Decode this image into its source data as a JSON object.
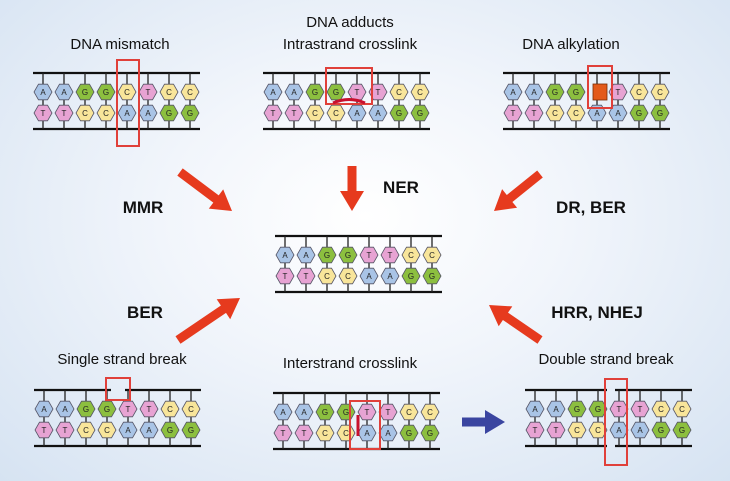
{
  "labels": {
    "dna_mismatch": "DNA mismatch",
    "dna_adducts": "DNA adducts",
    "intrastrand_crosslink": "Intrastrand crosslink",
    "dna_alkylation": "DNA alkylation",
    "single_strand_break": "Single strand break",
    "interstrand_crosslink": "Interstrand crosslink",
    "double_strand_break": "Double strand break"
  },
  "pathways": {
    "mmr": "MMR",
    "ner": "NER",
    "dr_ber": "DR, BER",
    "ber": "BER",
    "hrr_nhej": "HRR, NHEJ"
  },
  "colors": {
    "A": "#a9c4e6",
    "G": "#8cbf3f",
    "C": "#f8e59a",
    "T": "#e7a3d3",
    "arrow_red": "#e63a1e",
    "arrow_blue": "#3a45a0",
    "highlight": "#e0403a",
    "alkyl": "#e35a1a",
    "crosslink": "#c8102e"
  },
  "sequences": {
    "mismatch": {
      "top": [
        "A",
        "A",
        "G",
        "G",
        "C",
        "T",
        "C",
        "C"
      ],
      "bottom": [
        "T",
        "T",
        "C",
        "C",
        "A",
        "A",
        "G",
        "G"
      ]
    },
    "intrastrand": {
      "top": [
        "A",
        "A",
        "G",
        "G",
        "T",
        "T",
        "C",
        "C"
      ],
      "bottom": [
        "T",
        "T",
        "C",
        "C",
        "A",
        "A",
        "G",
        "G"
      ]
    },
    "alkylation": {
      "top": [
        "A",
        "A",
        "G",
        "G",
        "",
        "T",
        "C",
        "C"
      ],
      "bottom": [
        "T",
        "T",
        "C",
        "C",
        "A",
        "A",
        "G",
        "G"
      ]
    },
    "repaired": {
      "top": [
        "A",
        "A",
        "G",
        "G",
        "T",
        "T",
        "C",
        "C"
      ],
      "bottom": [
        "T",
        "T",
        "C",
        "C",
        "A",
        "A",
        "G",
        "G"
      ]
    },
    "ssb": {
      "top": [
        "A",
        "A",
        "G",
        "G",
        "T",
        "T",
        "C",
        "C"
      ],
      "bottom": [
        "T",
        "T",
        "C",
        "C",
        "A",
        "A",
        "G",
        "G"
      ]
    },
    "interstrand": {
      "top": [
        "A",
        "A",
        "G",
        "G",
        "T",
        "T",
        "C",
        "C"
      ],
      "bottom": [
        "T",
        "T",
        "C",
        "C",
        "A",
        "A",
        "G",
        "G"
      ]
    },
    "dsb": {
      "top": [
        "A",
        "A",
        "G",
        "G",
        "T",
        "T",
        "C",
        "C"
      ],
      "bottom": [
        "T",
        "T",
        "C",
        "C",
        "A",
        "A",
        "G",
        "G"
      ]
    }
  }
}
